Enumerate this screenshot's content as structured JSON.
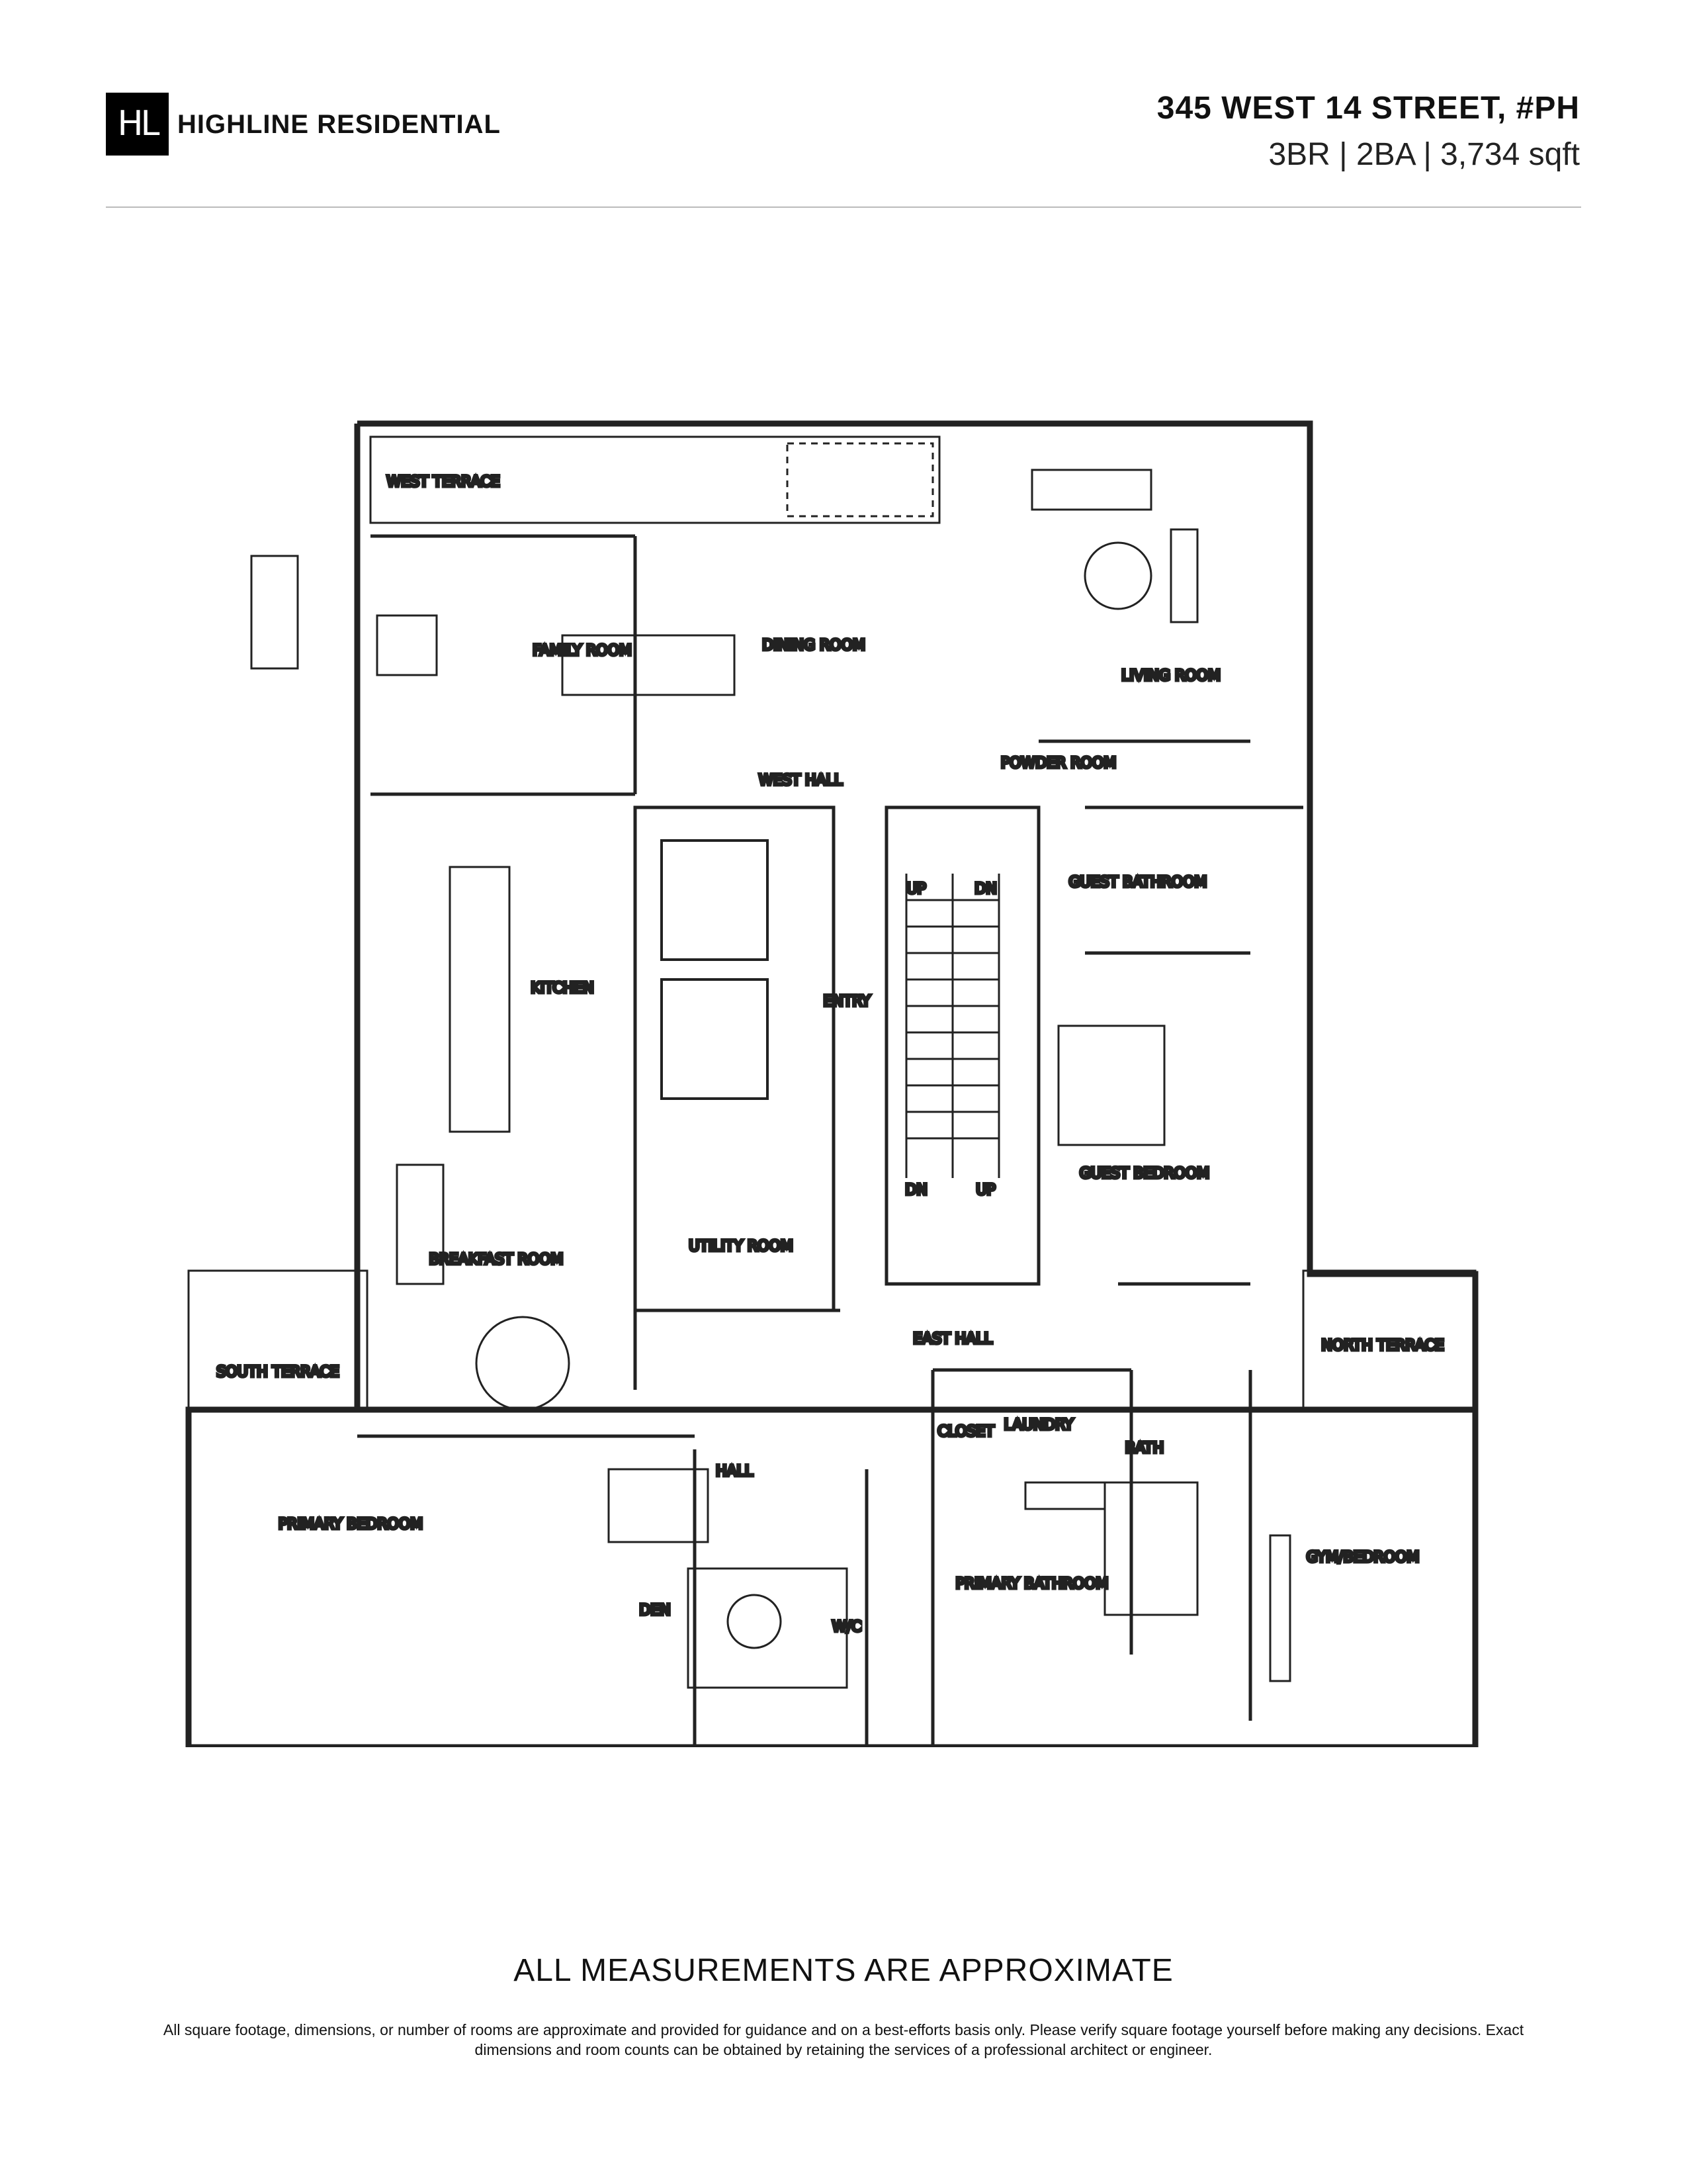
{
  "header": {
    "logo_text": "HL",
    "brand": "HIGHLINE RESIDENTIAL",
    "address": "345 WEST 14 STREET, #PH",
    "specs": "3BR | 2BA | 3,734 sqft"
  },
  "rooms": {
    "west_terrace": "WEST TERRACE",
    "family_room": "FAMILY ROOM",
    "dining_room": "DINING ROOM",
    "living_room": "LIVING ROOM",
    "west_hall": "WEST HALL",
    "powder_room": "POWDER ROOM",
    "guest_bathroom": "GUEST BATHROOM",
    "kitchen": "KITCHEN",
    "entry": "ENTRY",
    "up_left": "UP",
    "dn_right": "DN",
    "dn_left": "DN",
    "up_right": "UP",
    "guest_bedroom": "GUEST BEDROOM",
    "breakfast_room": "BREAKFAST ROOM",
    "utility_room": "UTILITY ROOM",
    "east_hall": "EAST HALL",
    "south_terrace": "SOUTH TERRACE",
    "north_terrace": "NORTH TERRACE",
    "hall": "HALL",
    "closet": "CLOSET",
    "laundry": "LAUNDRY",
    "bath": "BATH",
    "primary_bedroom": "PRIMARY BEDROOM",
    "den": "DEN",
    "primary_bathroom": "PRIMARY BATHROOM",
    "wic": "W/C",
    "gym_bedroom": "GYM/BEDROOM"
  },
  "footer": {
    "title": "ALL MEASUREMENTS ARE APPROXIMATE",
    "disclaimer": "All square footage, dimensions, or number of rooms are approximate and provided for guidance and on a best-efforts basis only. Please verify square footage yourself before making any decisions. Exact dimensions and room counts can be obtained by retaining the services of a professional architect or engineer."
  }
}
